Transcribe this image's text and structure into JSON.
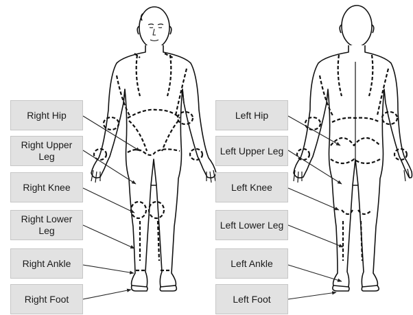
{
  "right_side_labels": [
    {
      "id": "right-hip",
      "text": "Right Hip"
    },
    {
      "id": "right-upper-leg",
      "text": "Right Upper Leg"
    },
    {
      "id": "right-knee",
      "text": "Right Knee"
    },
    {
      "id": "right-lower-leg",
      "text": "Right Lower Leg"
    },
    {
      "id": "right-ankle",
      "text": "Right Ankle"
    },
    {
      "id": "right-foot",
      "text": "Right Foot"
    }
  ],
  "left_side_labels": [
    {
      "id": "left-hip",
      "text": "Left Hip"
    },
    {
      "id": "left-upper-leg",
      "text": "Left Upper Leg"
    },
    {
      "id": "left-knee",
      "text": "Left Knee"
    },
    {
      "id": "left-lower-leg",
      "text": "Left Lower Leg"
    },
    {
      "id": "left-ankle",
      "text": "Left Ankle"
    },
    {
      "id": "left-foot",
      "text": "Left Foot"
    }
  ],
  "colors": {
    "box_fill": "#e2e2e2",
    "box_border": "#c6c6c6",
    "outline": "#111111",
    "arrow": "#222222"
  }
}
